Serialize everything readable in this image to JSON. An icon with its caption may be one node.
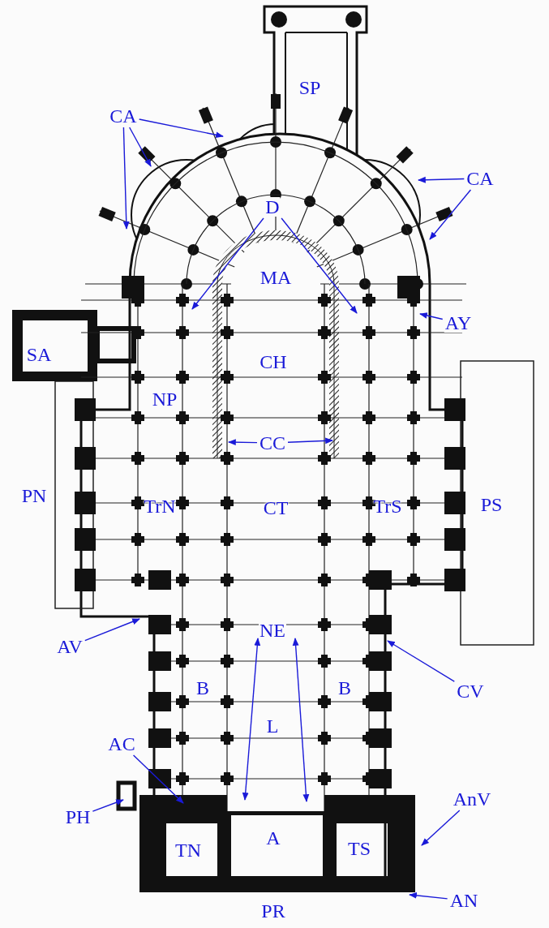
{
  "diagram": {
    "nodes": [
      {
        "text": [
          "CA"
        ]
      },
      {
        "text": [
          "CA"
        ]
      },
      {
        "text": [
          "D"
        ]
      },
      {
        "text": [
          "AY"
        ]
      },
      {
        "text": [
          "CC"
        ]
      },
      {
        "text": [
          "NE"
        ]
      },
      {
        "text": [
          "AV"
        ]
      },
      {
        "text": [
          "CV"
        ]
      },
      {
        "text": [
          "AC"
        ]
      },
      {
        "text": [
          "AnV"
        ]
      },
      {
        "text": [
          "PH"
        ]
      },
      {
        "text": [
          "AN"
        ]
      }
    ],
    "edges": [
      {
        "from": 0,
        "to": null,
        "arrow": "to"
      },
      {
        "from": 0,
        "to": null,
        "arrow": "to"
      },
      {
        "from": 0,
        "to": null,
        "arrow": "to"
      },
      {
        "from": 1,
        "to": null,
        "arrow": "to"
      },
      {
        "from": 1,
        "to": null,
        "arrow": "to"
      },
      {
        "from": 2,
        "to": null,
        "arrow": "to"
      },
      {
        "from": 2,
        "to": null,
        "arrow": "to"
      },
      {
        "from": 3,
        "to": null,
        "arrow": "to"
      },
      {
        "from": 4,
        "to": null,
        "arrow": "to"
      },
      {
        "from": 4,
        "to": null,
        "arrow": "to"
      },
      {
        "from": 5,
        "to": null,
        "arrow": "both"
      },
      {
        "from": 5,
        "to": null,
        "arrow": "both"
      },
      {
        "from": 6,
        "to": null,
        "arrow": "to"
      },
      {
        "from": 7,
        "to": null,
        "arrow": "to"
      },
      {
        "from": 8,
        "to": null,
        "arrow": "to"
      },
      {
        "from": 9,
        "to": null,
        "arrow": "to"
      },
      {
        "from": 10,
        "to": null,
        "arrow": "to"
      },
      {
        "from": 11,
        "to": null,
        "arrow": "to"
      }
    ],
    "labels": [
      "SP",
      "MA",
      "SA",
      "CH",
      "NP",
      "PN",
      "TrN",
      "CT",
      "TrS",
      "PS",
      "B",
      "B",
      "L",
      "A",
      "TN",
      "TS",
      "PR"
    ]
  }
}
